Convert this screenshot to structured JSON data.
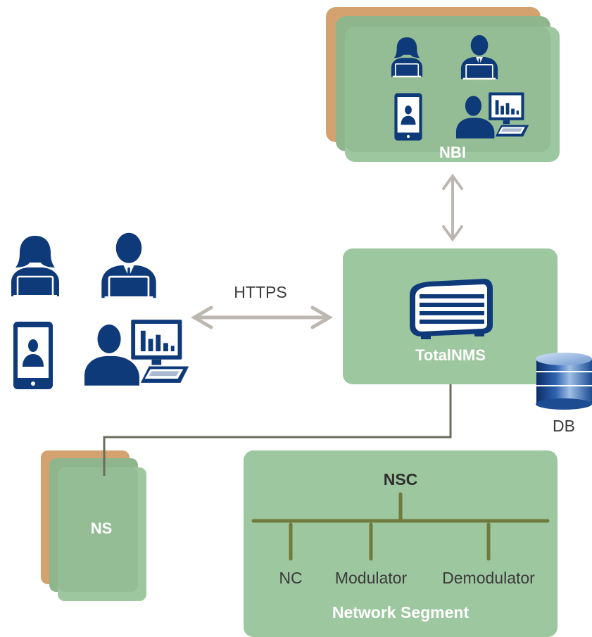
{
  "labels": {
    "nbi": "NBI",
    "https": "HTTPS",
    "totalnms": "TotalNMS",
    "db": "DB",
    "ns": "NS",
    "nsc": "NSC",
    "nc": "NC",
    "modulator": "Modulator",
    "demodulator": "Demodulator",
    "network_segment": "Network Segment"
  },
  "colors": {
    "green": "#9cc79f",
    "green_back": "#8fb58d",
    "tan": "#d3a26f",
    "navy": "#0e3a7a",
    "arrow_gray": "#bdb7b2",
    "line_dark": "#6b6b5e",
    "bus_olive": "#6f7a3e"
  },
  "icons": [
    "woman-user-icon",
    "man-user-icon",
    "tablet-user-icon",
    "analyst-user-icon",
    "server-icon",
    "database-icon"
  ]
}
